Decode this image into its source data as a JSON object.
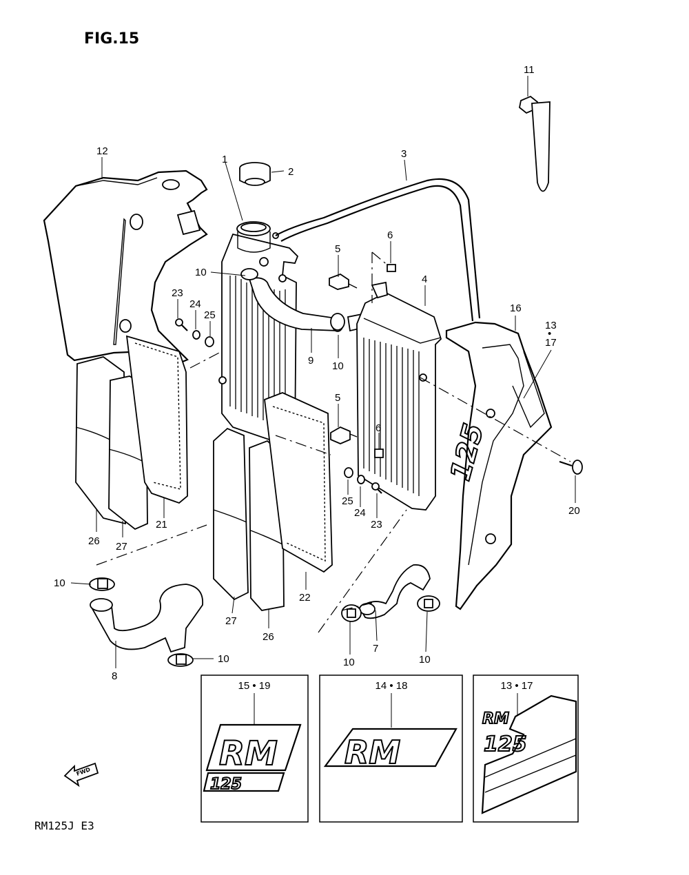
{
  "title": "FIG.15",
  "model": "RM125J  E3",
  "fwd_label": "FWD",
  "parts": {
    "p1": "1",
    "p2": "2",
    "p3": "3",
    "p4": "4",
    "p5a": "5",
    "p5b": "5",
    "p6a": "6",
    "p6b": "6",
    "p7": "7",
    "p8": "8",
    "p9": "9",
    "p10a": "10",
    "p10b": "10",
    "p10c": "10",
    "p10d": "10",
    "p10e": "10",
    "p10f": "10",
    "p11": "11",
    "p12": "12",
    "p13": "13",
    "p13dot": "•",
    "p17": "17",
    "p16": "16",
    "p20": "20",
    "p21": "21",
    "p22": "22",
    "p23a": "23",
    "p23b": "23",
    "p24a": "24",
    "p24b": "24",
    "p25a": "25",
    "p25b": "25",
    "p26a": "26",
    "p26b": "26",
    "p27a": "27",
    "p27b": "27"
  },
  "decal_boxes": [
    {
      "label": "15 • 19",
      "text_main": "RM",
      "text_sub": "125"
    },
    {
      "label": "14 • 18",
      "text_main": "RM"
    },
    {
      "label": "13 • 17",
      "text_main": "RM",
      "text_sub": "125"
    }
  ]
}
